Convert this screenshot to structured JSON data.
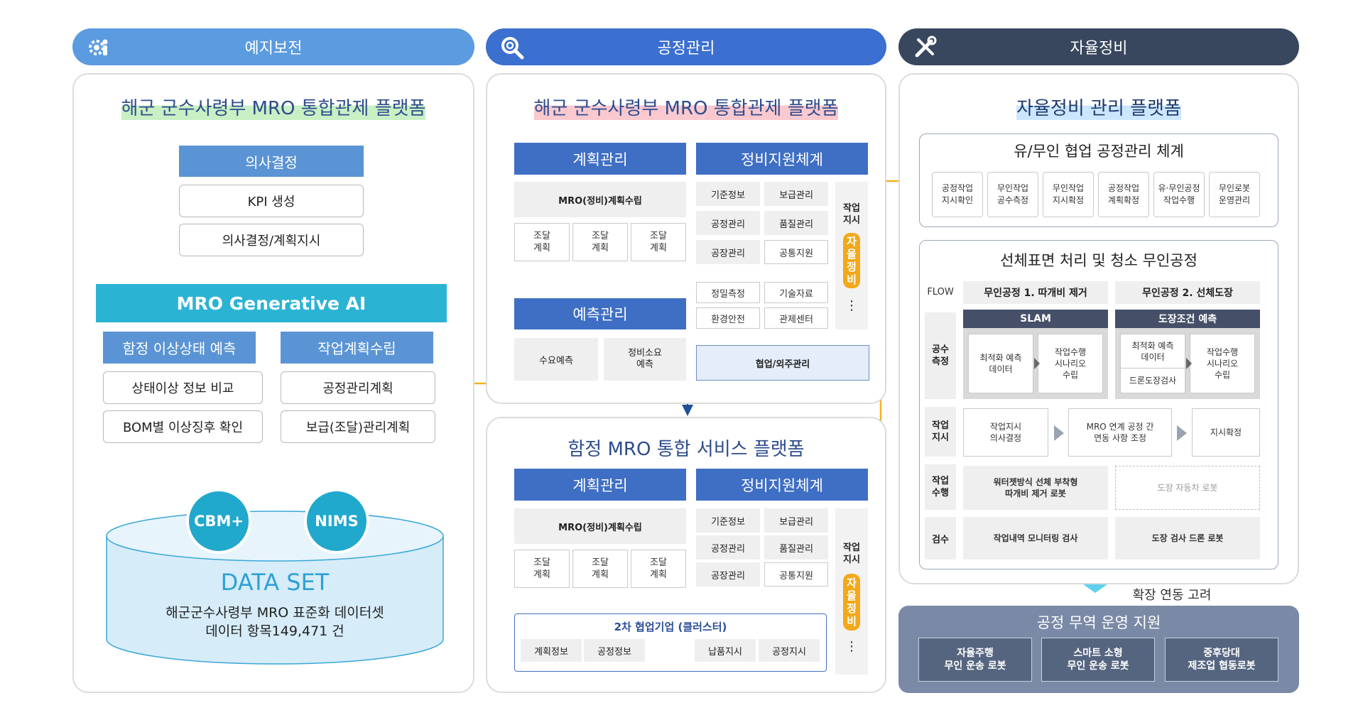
{
  "headers": {
    "left": "예지보전",
    "mid": "공정관리",
    "right": "자율정비"
  },
  "left": {
    "title": "해군 군수사령부 MRO 통합관제 플랫폼",
    "decision": "의사결정",
    "kpi": "KPI 생성",
    "plan_order": "의사결정/계획지시",
    "gen_ai": "MRO Generative AI",
    "predict_title": "함정 이상상태 예측",
    "work_title": "작업계획수립",
    "predict_items": [
      "상태이상 정보 비교",
      "BOM별 이상징후 확인"
    ],
    "work_items": [
      "공정관리계획",
      "보급(조달)관리계획"
    ],
    "cbm": "CBM+",
    "nims": "NIMS",
    "dataset_title": "DATA SET",
    "dataset_desc1": "해군군수사령부 MRO 표준화 데이터셋",
    "dataset_desc2": "데이터 항목149,471 건"
  },
  "mid_top": {
    "title": "해군 군수사령부 MRO 통합관제 플랫폼",
    "plan": "계획관리",
    "support": "정비지원체계",
    "mro_plan": "MRO(정비)계획수립",
    "procure": [
      "조달\n계획",
      "조달\n계획",
      "조달\n계획"
    ],
    "forecast": "예측관리",
    "demand": "수요예측",
    "maint_demand": "정비소요\n예측",
    "grid": [
      [
        "기준정보",
        "보급관리"
      ],
      [
        "공정관리",
        "품질관리"
      ],
      [
        "공장관리",
        "공통지원"
      ]
    ],
    "grid2": [
      [
        "정밀측정",
        "기술자료"
      ],
      [
        "환경안전",
        "관제센터"
      ]
    ],
    "work_order": "작업\n지시",
    "auto": "자\n율\n정\n비",
    "dots": "⋮",
    "coop": "협업/외주관리"
  },
  "mid_bot": {
    "title": "함정 MRO 통합 서비스 플랫폼",
    "plan": "계획관리",
    "support": "정비지원체계",
    "mro_plan": "MRO(정비)계획수립",
    "procure": [
      "조달\n계획",
      "조달\n계획",
      "조달\n계획"
    ],
    "grid": [
      [
        "기준정보",
        "보급관리"
      ],
      [
        "공정관리",
        "품질관리"
      ],
      [
        "공장관리",
        "공통지원"
      ]
    ],
    "work_order": "작업\n지시",
    "auto": "자\n율\n정\n비",
    "dots": "⋮",
    "cluster": "2차 협업기업 (클러스터)",
    "cluster_items": [
      "계획정보",
      "공정정보",
      "납품지시",
      "공정지시"
    ]
  },
  "right": {
    "title": "자율정비 관리 플랫폼",
    "coop_title": "유/무인 협업 공정관리 체계",
    "coop_items": [
      "공정작업\n지시확인",
      "무인작업\n공수측정",
      "무인작업\n지시확정",
      "공정작업\n계획확정",
      "유·무인공정\n작업수행",
      "무인로봇\n운영관리"
    ],
    "ship_title": "선체표면 처리 및 청소 무인공정",
    "flow": "FLOW",
    "proc1": "무인공정 1. 따개비 제거",
    "proc2": "무인공정 2. 선체도장",
    "row_labels": [
      "공수\n측정",
      "작업\n지시",
      "작업\n수행",
      "검수"
    ],
    "slam": "SLAM",
    "paint_pred": "도장조건 예측",
    "opt_data": "최적화 예측\n데이터",
    "work_scn": "작업수행\n시나리오\n수립",
    "opt_data2": "최적화 예측\n데이터",
    "drone_insp": "드론도장검사",
    "work_scn2": "작업수행\n시나리오\n수립",
    "order_dec": "작업지시\n의사결정",
    "mro_link": "MRO 연계 공정 간\n연동 사항 조정",
    "order_fix": "지시확정",
    "waterjet": "워터젯방식 선체 부착형\n따개비 제거 로봇",
    "paint_robot": "도장 자동차 로봇",
    "monitor": "작업내역 모니터링 검사",
    "paint_drone": "도장 검사 드론 로봇",
    "expand": "확장 연동 고려"
  },
  "bottom": {
    "title": "공정 무역 운영 지원",
    "items": [
      "자율주행\n무인 운송 로봇",
      "스마트 소형\n무인 운송 로봇",
      "중후당대\n제조업 협동로봇"
    ]
  },
  "colors": {
    "left_header": "#5b9be0",
    "mid_header": "#3b6fd0",
    "right_header": "#38475e",
    "teal": "#2bb3d4",
    "blue_box": "#3f6fc4",
    "orange": "#f2a81a",
    "arrow_orange": "#f2b21c",
    "arrow_blue": "#2e92d6"
  }
}
